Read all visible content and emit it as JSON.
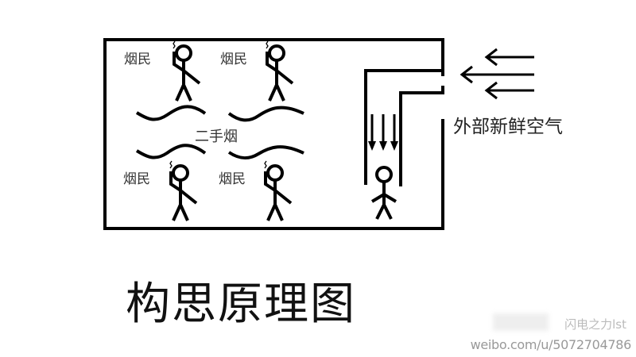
{
  "labels": {
    "smoker": "烟民",
    "second_hand_smoke": "二手烟",
    "fresh_air": "外部新鲜空气",
    "title": "构思原理图"
  },
  "watermark": {
    "name": "闪电之力lst",
    "url": "weibo.com/u/5072704786"
  },
  "colors": {
    "line": "#000000",
    "background": "#ffffff"
  }
}
